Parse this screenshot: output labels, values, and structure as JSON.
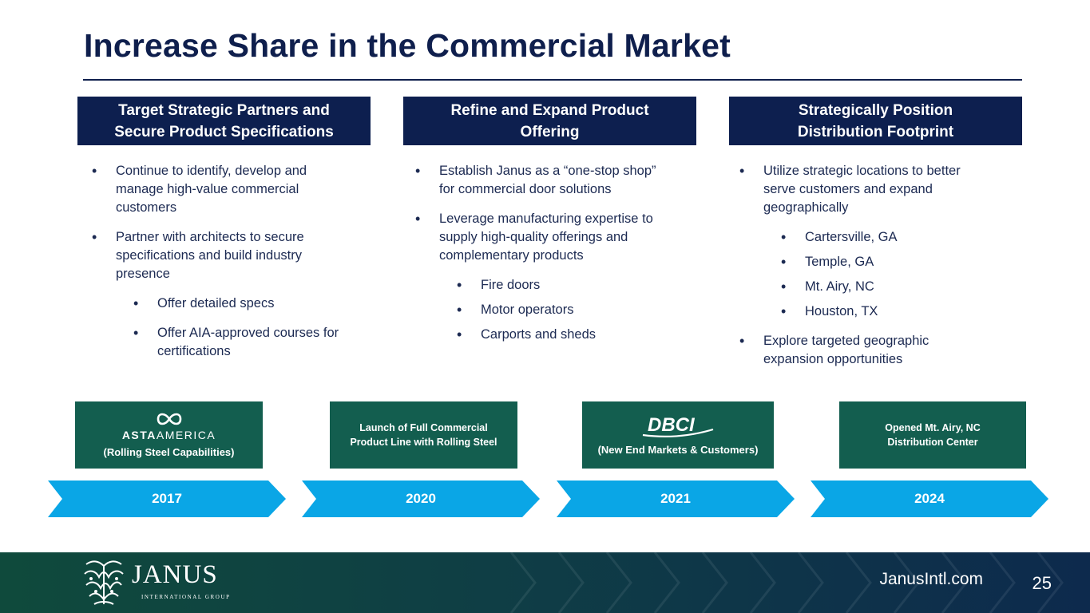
{
  "title": "Increase Share in the Commercial Market",
  "columns": [
    {
      "header": [
        "Target Strategic Partners and",
        "Secure Product Specifications"
      ],
      "bullets": [
        {
          "level": 1,
          "text": [
            "Continue to identify, develop and",
            "manage high-value commercial",
            "customers"
          ]
        },
        {
          "level": 1,
          "text": [
            "Partner with architects to secure",
            "specifications and build industry",
            "presence"
          ]
        },
        {
          "level": 2,
          "text": [
            "Offer detailed specs"
          ]
        },
        {
          "level": 2,
          "text": [
            "Offer AIA-approved courses for",
            "certifications"
          ]
        }
      ]
    },
    {
      "header": [
        "Refine and Expand Product",
        "Offering"
      ],
      "bullets": [
        {
          "level": 1,
          "text": [
            "Establish Janus as a “one-stop shop”",
            "for commercial door solutions"
          ]
        },
        {
          "level": 1,
          "text": [
            "Leverage manufacturing expertise to",
            "supply high-quality offerings and",
            "complementary products"
          ]
        },
        {
          "level": 2,
          "text": [
            "Fire doors"
          ]
        },
        {
          "level": 2,
          "text": [
            "Motor operators"
          ]
        },
        {
          "level": 2,
          "text": [
            "Carports and sheds"
          ]
        }
      ]
    },
    {
      "header": [
        "Strategically Position",
        "Distribution Footprint"
      ],
      "bullets": [
        {
          "level": 1,
          "text": [
            "Utilize strategic locations to better",
            "serve customers and expand",
            "geographically"
          ]
        },
        {
          "level": 2,
          "text": [
            "Cartersville, GA"
          ]
        },
        {
          "level": 2,
          "text": [
            "Temple, GA"
          ]
        },
        {
          "level": 2,
          "text": [
            "Mt. Airy, NC"
          ]
        },
        {
          "level": 2,
          "text": [
            "Houston, TX"
          ]
        },
        {
          "level": 1,
          "text": [
            "Explore targeted geographic",
            "expansion opportunities"
          ]
        }
      ]
    }
  ],
  "milestones": [
    {
      "logo": "asta-america-logo",
      "logo_text": "ASTAAMERICA",
      "logo_text_a": "ASTA",
      "logo_text_b": "AMERICA",
      "caption": "(Rolling Steel Capabilities)",
      "year": "2017"
    },
    {
      "lines": [
        "Launch of Full Commercial",
        "Product Line with Rolling Steel"
      ],
      "year": "2020"
    },
    {
      "logo": "dbci-logo",
      "logo_text": "DBCI",
      "caption": "(New End Markets & Customers)",
      "year": "2021"
    },
    {
      "lines": [
        "Opened Mt. Airy, NC",
        "Distribution Center"
      ],
      "year": "2024"
    }
  ],
  "footer": {
    "logo_word": "JANUS",
    "logo_sub": "INTERNATIONAL GROUP",
    "url": "JanusIntl.com",
    "page_number": "25"
  },
  "colors": {
    "navy": "#0d1f4f",
    "green": "#135e4f",
    "arrow_blue": "#0aa6e6"
  }
}
